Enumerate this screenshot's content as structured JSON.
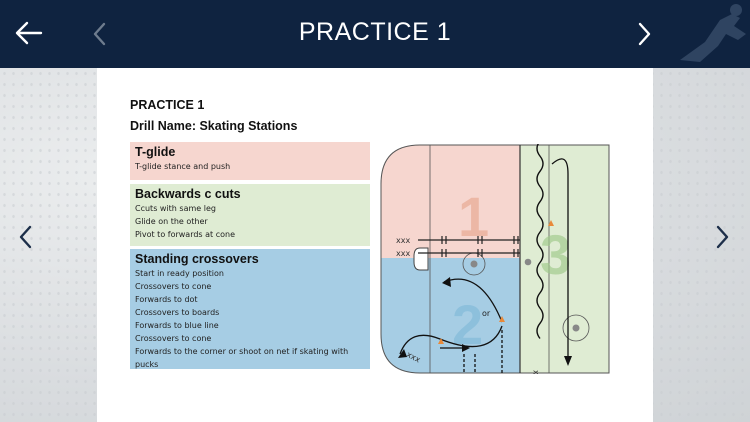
{
  "header": {
    "title": "PRACTICE 1",
    "back_icon": "arrow-left-icon",
    "prev_icon": "chevron-left-icon",
    "next_icon": "chevron-right-icon"
  },
  "document": {
    "heading": "PRACTICE 1",
    "drill_name": "Drill Name: Skating Stations",
    "stations": [
      {
        "title": "T-glide",
        "color": "#f6d6cf",
        "lines": [
          "T-glide stance and push"
        ]
      },
      {
        "title": "Backwards c cuts",
        "color": "#dfecd3",
        "lines": [
          "Ccuts with same leg",
          "Glide on the other",
          "Pivot to forwards at cone"
        ]
      },
      {
        "title": "Standing crossovers",
        "color": "#a6cde4",
        "lines": [
          "Start in ready position",
          "Crossovers to cone",
          "Forwards to dot",
          "Crossovers to boards",
          "Forwards to blue line",
          "Crossovers to cone",
          "Forwards to the corner or shoot on net if skating with pucks"
        ]
      }
    ],
    "diagram": {
      "station_numbers": [
        "1",
        "2",
        "3"
      ],
      "player_marks_a": "xxx",
      "player_marks_b": "xxx",
      "player_marks_c": "xxx",
      "player_marks_d": "xxx",
      "or_label": "or"
    }
  },
  "colors": {
    "header_bg": "#0f2340",
    "zone1": "#f6d6cf",
    "zone2": "#dfecd3",
    "zone3": "#a6cde4",
    "cone": "#e8893a"
  }
}
